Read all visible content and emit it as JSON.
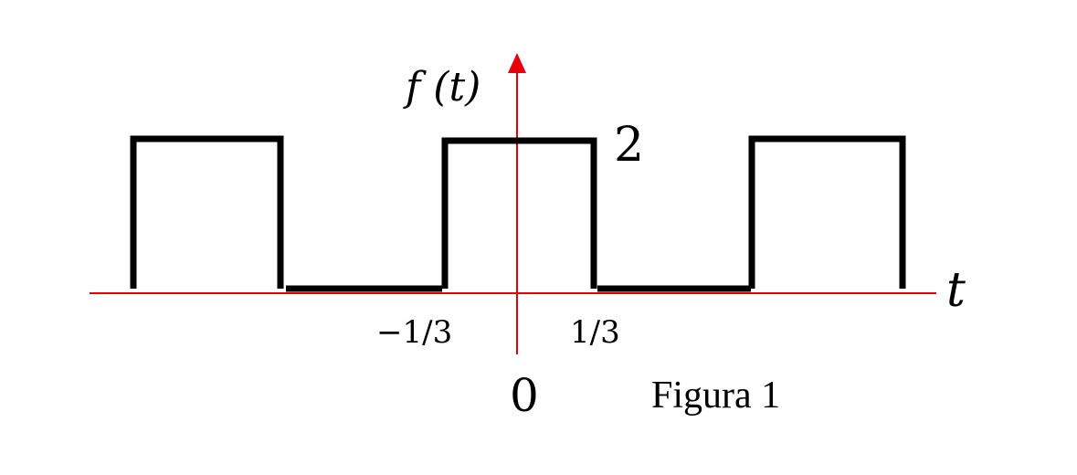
{
  "labels": {
    "y_axis": "f (t)",
    "x_axis": "t",
    "amplitude": "2",
    "tick_negative": "−1/3",
    "tick_positive": "1/3",
    "origin": "0",
    "caption": "Figura 1"
  },
  "colors": {
    "axis": "#e8000b",
    "signal": "#000000",
    "text": "#000000"
  }
}
